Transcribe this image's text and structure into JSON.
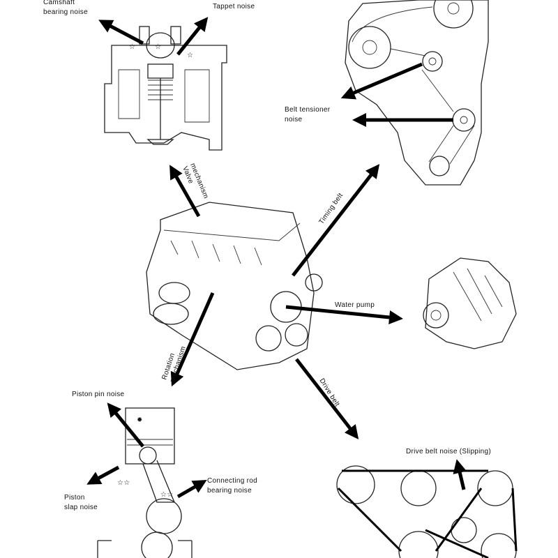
{
  "labels": {
    "camshaft_line1": "Camshaft",
    "camshaft_line2": "bearing noise",
    "tappet": "Tappet noise",
    "tensioner_line1": "Belt tensioner",
    "tensioner_line2": "noise",
    "valve_line1": "Valve",
    "valve_line2": "mechanism",
    "timing_belt": "Timing belt",
    "water_pump": "Water pump",
    "rotation_line1": "Rotation",
    "rotation_line2": "mechanism",
    "drive_belt": "Drive belt",
    "piston_pin": "Piston pin noise",
    "piston_slap_line1": "Piston",
    "piston_slap_line2": "slap noise",
    "conrod_line1": "Connecting rod",
    "conrod_line2": "bearing noise",
    "drive_belt_noise": "Drive belt noise (Slipping)"
  }
}
